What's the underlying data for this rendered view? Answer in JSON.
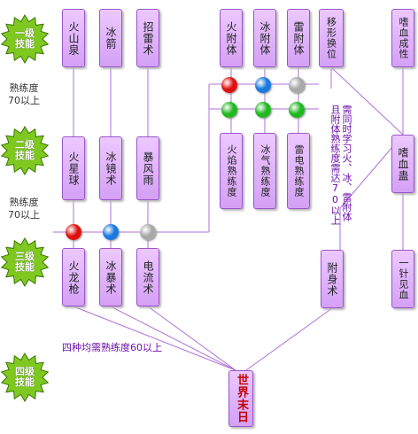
{
  "tiers": [
    {
      "label": "一级\n技能"
    },
    {
      "label": "二级\n技能"
    },
    {
      "label": "三级\n技能"
    },
    {
      "label": "四级\n技能"
    }
  ],
  "proficiency_labels": [
    {
      "text": "熟练度\n70以上"
    },
    {
      "text": "熟练度\n70以上"
    }
  ],
  "skills": {
    "huoshanquan": "火山泉",
    "bingjian": "冰箭",
    "zhaoleishu": "招雷术",
    "huofuti": "火附体",
    "bingfuti": "冰附体",
    "leifuti": "雷附体",
    "yixinghuanwei": "移形换位",
    "shixuechengxing": "嗜血成性",
    "huoxingqiu": "火星球",
    "bingjingshu": "冰镜术",
    "baofengyu": "暴风雨",
    "huoyanshuliandu": "火焰熟练度",
    "bingqishuliandu": "冰气熟练度",
    "leidianshuliandu": "雷电熟练度",
    "shixuegu": "嗜血蛊",
    "huolongqiang": "火龙枪",
    "bingbaoshu": "冰暴术",
    "dianliushu": "电流术",
    "fushenshu": "附身术",
    "yizhenjianxue": "一针见血",
    "shijiemori": "世界末日"
  },
  "notes": {
    "attach_requirement": "需同时学习火、冰、雷附体\n且附体熟练度需达70以上",
    "final_requirement": "四种均需熟练度60以上"
  },
  "colors": {
    "red": "#e01010",
    "blue": "#1a78e0",
    "gray": "#a8a8a8",
    "green": "#1fb81f",
    "line": "#b070d8",
    "badge_fill": "#7ec820",
    "badge_stroke": "#3a7a00"
  }
}
